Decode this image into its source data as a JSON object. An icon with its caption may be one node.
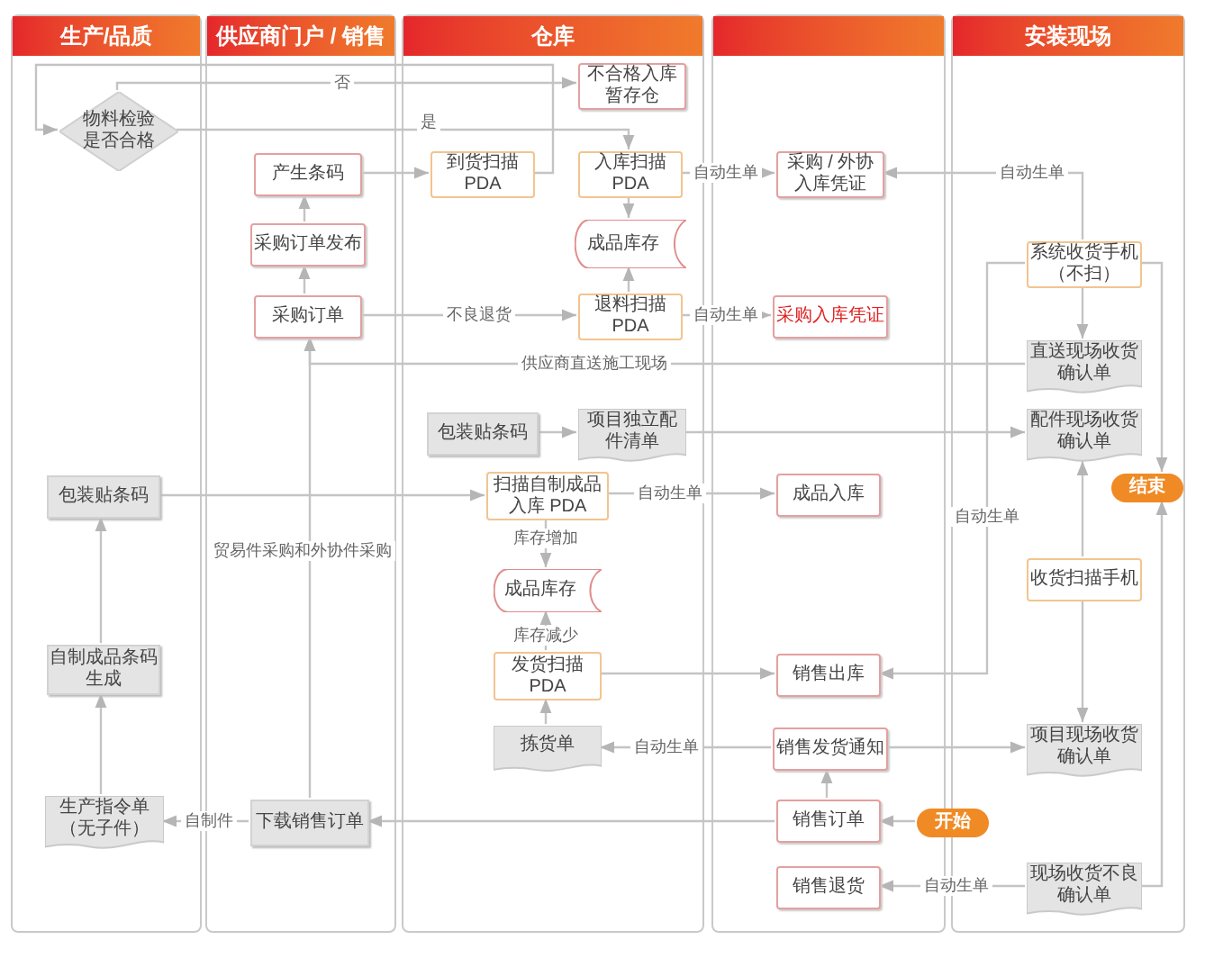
{
  "diagram": {
    "nodes": [
      {
        "text": [
          "生产/品质"
        ]
      },
      {
        "text": [
          "供应商门户 / 销售"
        ]
      },
      {
        "text": [
          "仓库"
        ]
      },
      {
        "text": [],
        "shape": "box"
      },
      {
        "text": [
          "安装现场"
        ]
      },
      {
        "text": [
          "物料检验是否合格"
        ],
        "in": 0
      },
      {
        "text": [
          "包装贴条码"
        ],
        "in": 0
      },
      {
        "text": [
          "自制成品条码生成"
        ],
        "in": 0
      },
      {
        "text": [
          "生产指令单（无子件）"
        ],
        "in": 0
      },
      {
        "text": [
          "产生条码"
        ],
        "in": 1
      },
      {
        "text": [
          "采购订单发布"
        ],
        "in": 1
      },
      {
        "text": [
          "采购订单"
        ],
        "in": 1
      },
      {
        "text": [
          "下载销售订单"
        ],
        "in": 1
      },
      {
        "text": [
          "不合格入库暂存仓"
        ],
        "in": 2
      },
      {
        "text": [
          "到货扫描 PDA"
        ],
        "in": 2
      },
      {
        "text": [
          "入库扫描 PDA"
        ],
        "in": 2
      },
      {
        "text": [
          "成品库存"
        ],
        "in": 2
      },
      {
        "text": [
          "退料扫描 PDA"
        ],
        "in": 2
      },
      {
        "text": [
          "包装贴条码"
        ],
        "in": 2
      },
      {
        "text": [
          "项目独立配件清单"
        ],
        "in": 2
      },
      {
        "text": [
          "扫描自制成品入库 PDA"
        ],
        "in": 2
      },
      {
        "text": [
          "成品库存"
        ],
        "in": 2
      },
      {
        "text": [
          "发货扫描 PDA"
        ],
        "in": 2
      },
      {
        "text": [
          "拣货单"
        ],
        "in": 2
      },
      {
        "text": [
          "采购 / 外协入库凭证"
        ],
        "in": 3
      },
      {
        "text": [
          "采购入库凭证"
        ],
        "in": 3
      },
      {
        "text": [
          "成品入库"
        ],
        "in": 3
      },
      {
        "text": [
          "销售出库"
        ],
        "in": 3
      },
      {
        "text": [
          "销售发货通知"
        ],
        "in": 3
      },
      {
        "text": [
          "销售订单"
        ],
        "in": 3
      },
      {
        "text": [
          "销售退货"
        ],
        "in": 3
      },
      {
        "text": [
          "系统收货手机（不扫）"
        ],
        "in": 4
      },
      {
        "text": [
          "直送现场收货确认单"
        ],
        "in": 4
      },
      {
        "text": [
          "配件现场收货确认单"
        ],
        "in": 4
      },
      {
        "text": [
          "结束"
        ],
        "in": 4
      },
      {
        "text": [
          "收货扫描手机"
        ],
        "in": 4
      },
      {
        "text": [
          "项目现场收货确认单"
        ],
        "in": 4
      },
      {
        "text": [
          "开始"
        ],
        "in": 4
      },
      {
        "text": [
          "现场收货不良确认单"
        ],
        "in": 4
      }
    ],
    "edges": [
      {
        "from": 14,
        "to": 5,
        "arrow": "to"
      },
      {
        "from": 5,
        "to": 13,
        "arrow": "to",
        "label": "否"
      },
      {
        "from": 5,
        "to": 15,
        "arrow": "to",
        "label": "是"
      },
      {
        "from": 9,
        "to": 14,
        "arrow": "to"
      },
      {
        "from": 10,
        "to": 9,
        "arrow": "to"
      },
      {
        "from": 11,
        "to": 10,
        "arrow": "to"
      },
      {
        "from": 12,
        "to": 11,
        "arrow": "to",
        "label": "贸易件采购和外协件采购"
      },
      {
        "from": 11,
        "to": 17,
        "arrow": "to",
        "label": "不良退货"
      },
      {
        "from": 15,
        "to": 16,
        "arrow": "to"
      },
      {
        "from": 17,
        "to": 16,
        "arrow": "to"
      },
      {
        "from": 15,
        "to": 24,
        "arrow": "to",
        "label": "自动生单"
      },
      {
        "from": 17,
        "to": 25,
        "arrow": "to",
        "label": "自动生单"
      },
      {
        "from": 31,
        "to": 24,
        "arrow": "to",
        "label": "自动生单"
      },
      {
        "from": 31,
        "to": 32,
        "arrow": "to"
      },
      {
        "from": 32,
        "to": 11,
        "arrow": "to",
        "label": "供应商直送施工现场"
      },
      {
        "from": 19,
        "to": 33,
        "arrow": "to"
      },
      {
        "from": 18,
        "to": 19,
        "arrow": "to"
      },
      {
        "from": 35,
        "to": 33,
        "arrow": "to"
      },
      {
        "from": 35,
        "to": 36,
        "arrow": "to"
      },
      {
        "from": 31,
        "to": 34,
        "arrow": "to"
      },
      {
        "from": 38,
        "to": 34,
        "arrow": "to"
      },
      {
        "from": 31,
        "to": 27,
        "arrow": "to",
        "label": "自动生单"
      },
      {
        "from": 6,
        "to": 20,
        "arrow": "to"
      },
      {
        "from": 7,
        "to": 6,
        "arrow": "to"
      },
      {
        "from": 8,
        "to": 7,
        "arrow": "to"
      },
      {
        "from": 12,
        "to": 8,
        "arrow": "to",
        "label": "自制件"
      },
      {
        "from": 29,
        "to": 12,
        "arrow": "to"
      },
      {
        "from": 20,
        "to": 26,
        "arrow": "to",
        "label": "自动生单"
      },
      {
        "from": 20,
        "to": 21,
        "arrow": "to",
        "label": "库存增加"
      },
      {
        "from": 22,
        "to": 21,
        "arrow": "to",
        "label": "库存减少"
      },
      {
        "from": 23,
        "to": 22,
        "arrow": "to"
      },
      {
        "from": 22,
        "to": 27,
        "arrow": "to"
      },
      {
        "from": 28,
        "to": 23,
        "arrow": "to",
        "label": "自动生单"
      },
      {
        "from": 28,
        "to": 36,
        "arrow": "to"
      },
      {
        "from": 29,
        "to": 28,
        "arrow": "to"
      },
      {
        "from": 37,
        "to": 29,
        "arrow": "to"
      },
      {
        "from": 38,
        "to": 30,
        "arrow": "to",
        "label": "自动生单"
      }
    ]
  }
}
